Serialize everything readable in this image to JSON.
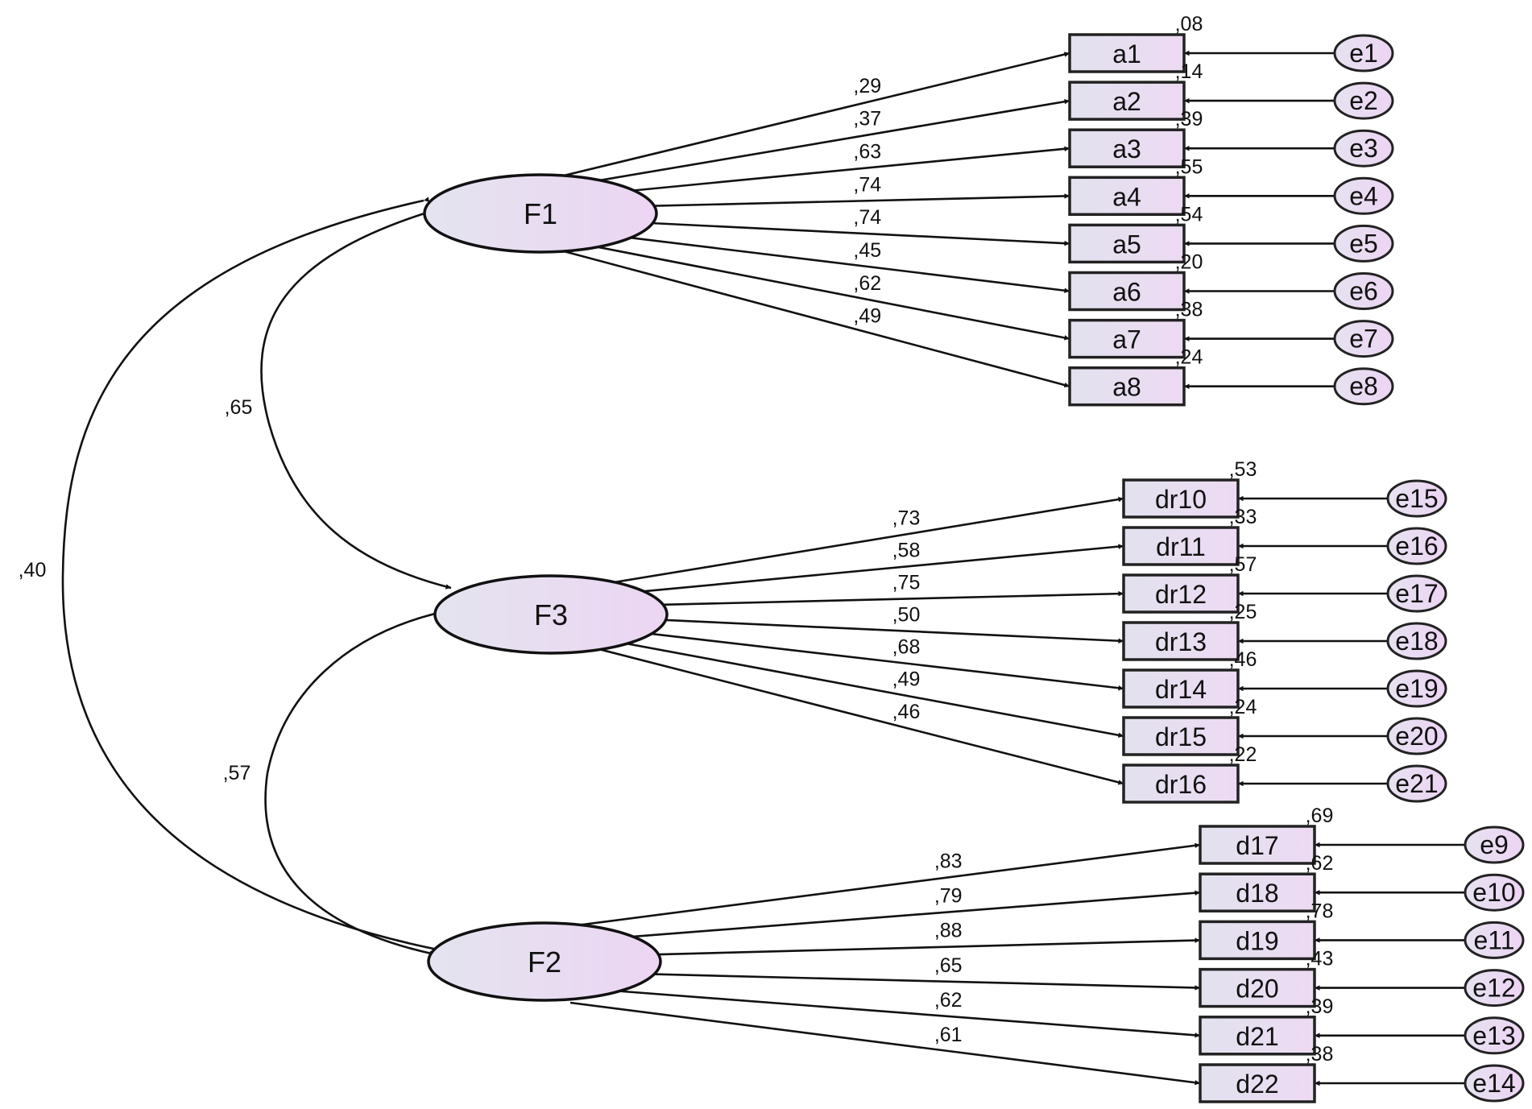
{
  "latents": [
    {
      "id": "F1",
      "label": "F1"
    },
    {
      "id": "F3",
      "label": "F3"
    },
    {
      "id": "F2",
      "label": "F2"
    }
  ],
  "indicators": [
    {
      "label": "a1",
      "factor": "F1",
      "loading": ",29",
      "r2": ",08",
      "error": "e1"
    },
    {
      "label": "a2",
      "factor": "F1",
      "loading": ",37",
      "r2": ",14",
      "error": "e2"
    },
    {
      "label": "a3",
      "factor": "F1",
      "loading": ",63",
      "r2": ",39",
      "error": "e3"
    },
    {
      "label": "a4",
      "factor": "F1",
      "loading": ",74",
      "r2": ",55",
      "error": "e4"
    },
    {
      "label": "a5",
      "factor": "F1",
      "loading": ",74",
      "r2": ",54",
      "error": "e5"
    },
    {
      "label": "a6",
      "factor": "F1",
      "loading": ",45",
      "r2": ",20",
      "error": "e6"
    },
    {
      "label": "a7",
      "factor": "F1",
      "loading": ",62",
      "r2": ",38",
      "error": "e7"
    },
    {
      "label": "a8",
      "factor": "F1",
      "loading": ",49",
      "r2": ",24",
      "error": "e8"
    },
    {
      "label": "dr10",
      "factor": "F3",
      "loading": ",73",
      "r2": ",53",
      "error": "e15"
    },
    {
      "label": "dr11",
      "factor": "F3",
      "loading": ",58",
      "r2": ",33",
      "error": "e16"
    },
    {
      "label": "dr12",
      "factor": "F3",
      "loading": ",75",
      "r2": ",57",
      "error": "e17"
    },
    {
      "label": "dr13",
      "factor": "F3",
      "loading": ",50",
      "r2": ",25",
      "error": "e18"
    },
    {
      "label": "dr14",
      "factor": "F3",
      "loading": ",68",
      "r2": ",46",
      "error": "e19"
    },
    {
      "label": "dr15",
      "factor": "F3",
      "loading": ",49",
      "r2": ",24",
      "error": "e20"
    },
    {
      "label": "dr16",
      "factor": "F3",
      "loading": ",46",
      "r2": ",22",
      "error": "e21"
    },
    {
      "label": "d17",
      "factor": "F2",
      "loading": ",83",
      "r2": ",69",
      "error": "e9"
    },
    {
      "label": "d18",
      "factor": "F2",
      "loading": ",79",
      "r2": ",62",
      "error": "e10"
    },
    {
      "label": "d19",
      "factor": "F2",
      "loading": ",88",
      "r2": ",78",
      "error": "e11"
    },
    {
      "label": "d20",
      "factor": "F2",
      "loading": ",65",
      "r2": ",43",
      "error": "e12"
    },
    {
      "label": "d21",
      "factor": "F2",
      "loading": ",62",
      "r2": ",39",
      "error": "e13"
    },
    {
      "label": "d22",
      "factor": "F2",
      "loading": ",61",
      "r2": ",38",
      "error": "e14"
    }
  ],
  "covariances": [
    {
      "from": "F1",
      "to": "F3",
      "value": ",65"
    },
    {
      "from": "F3",
      "to": "F2",
      "value": ",57"
    },
    {
      "from": "F1",
      "to": "F2",
      "value": ",40"
    }
  ],
  "colors": {
    "node_fill_left": "#e3e3ef",
    "node_fill_right": "#ecd6f2",
    "stroke": "#111111"
  }
}
